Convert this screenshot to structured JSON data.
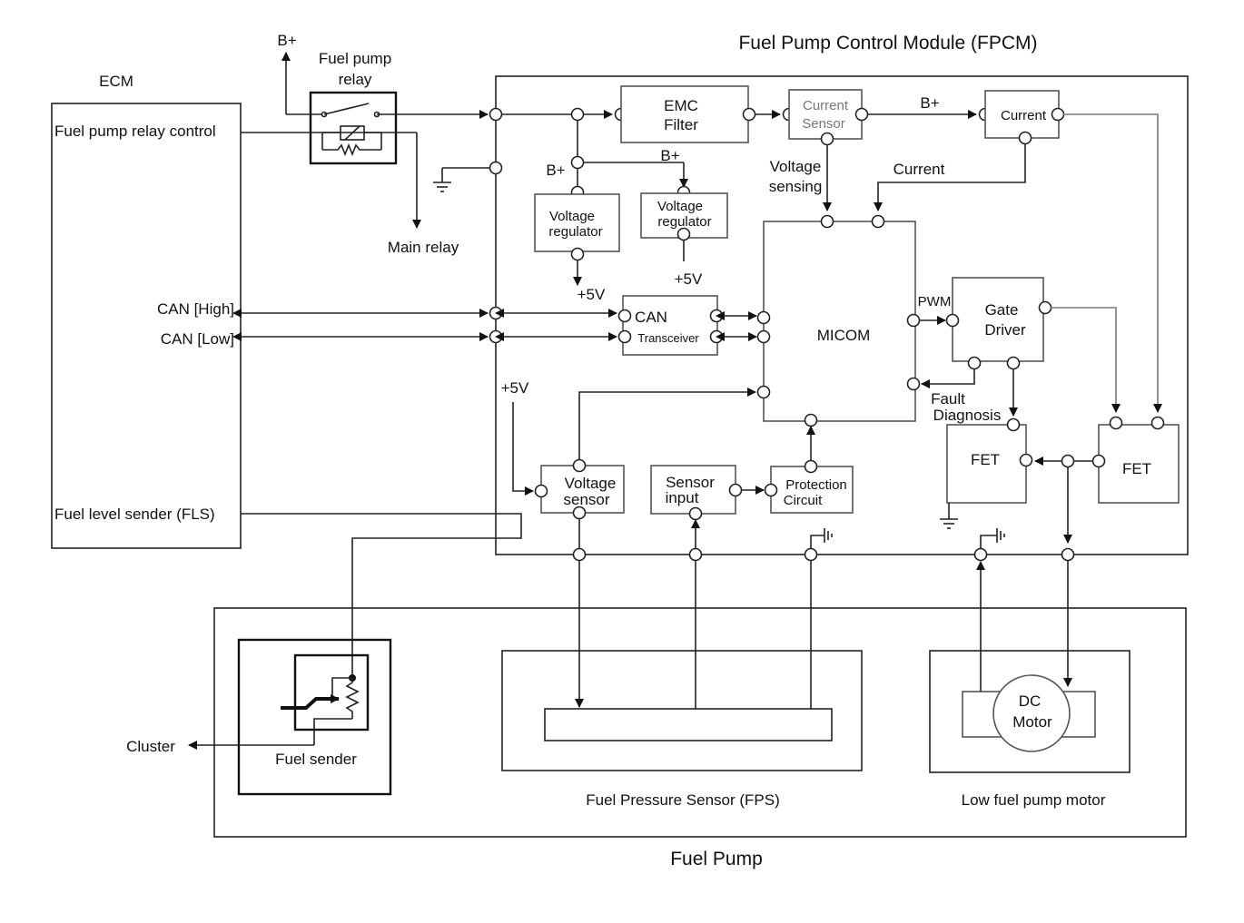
{
  "labels": {
    "fpcm_title": "Fuel Pump Control Module (FPCM)",
    "ecm": "ECM",
    "b_plus_top": "B+",
    "relay_line1": "Fuel pump",
    "relay_line2": "relay",
    "relay_control": "Fuel pump relay control",
    "main_relay": "Main relay",
    "can_high": "CAN [High]",
    "can_low": "CAN [Low]",
    "fls": "Fuel level sender (FLS)",
    "cluster": "Cluster",
    "emc_1": "EMC",
    "emc_2": "Filter",
    "cs_1": "Current",
    "cs_2": "Sensor",
    "b_plus_right": "B+",
    "current_box": "Current",
    "b_plus_left": "B+",
    "b_plus_mid": "B+",
    "vreg_1": "Voltage",
    "vreg_2": "regulator",
    "plus5v_1": "+5V",
    "plus5v_2": "+5V",
    "plus5v_3": "+5V",
    "vsense_1": "Voltage",
    "vsense_2": "sensing",
    "current_lbl": "Current",
    "can_1": "CAN",
    "can_2": "Transceiver",
    "micom": "MICOM",
    "pwm": "PWM",
    "gate_1": "Gate",
    "gate_2": "Driver",
    "fault_1": "Fault",
    "fault_2": "Diagnosis",
    "fet": "FET",
    "vsensor_1": "Voltage",
    "vsensor_2": "sensor",
    "sinput_1": "Sensor",
    "sinput_2": "input",
    "prot_1": "Protection",
    "prot_2": "Circuit",
    "fuel_sender": "Fuel sender",
    "fps": "Fuel Pressure Sensor (FPS)",
    "dc_1": "DC",
    "dc_2": "Motor",
    "motor": "Low fuel pump motor",
    "fuel_pump": "Fuel Pump"
  }
}
